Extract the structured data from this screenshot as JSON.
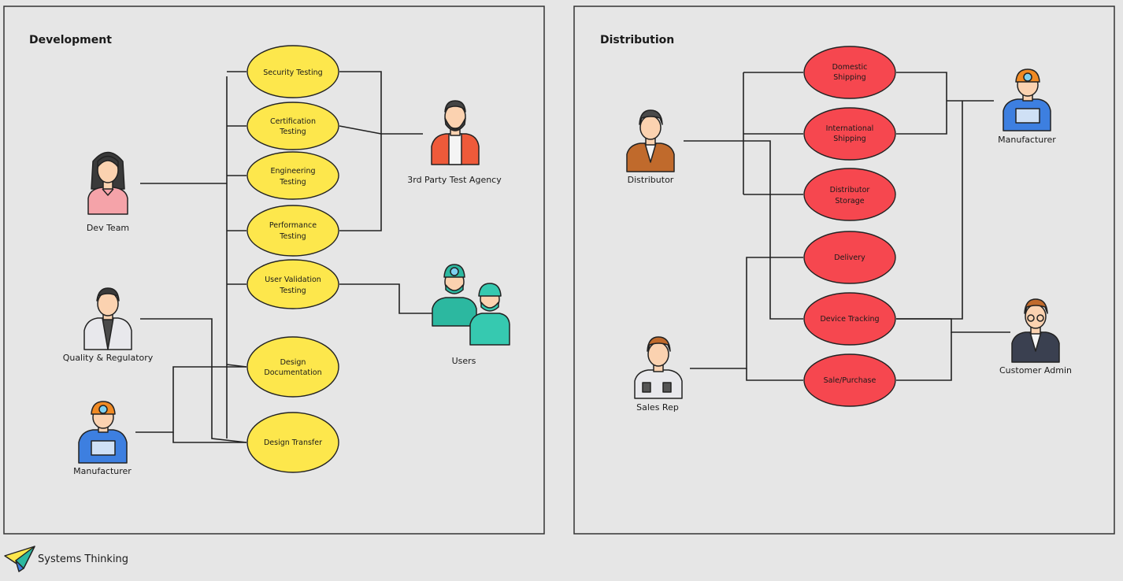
{
  "panels": {
    "development": {
      "title": "Development"
    },
    "distribution": {
      "title": "Distribution"
    }
  },
  "development": {
    "use_cases": [
      {
        "id": "security",
        "lines": [
          "Security Testing"
        ]
      },
      {
        "id": "certification",
        "lines": [
          "Certification",
          "Testing"
        ]
      },
      {
        "id": "engineering",
        "lines": [
          "Engineering",
          "Testing"
        ]
      },
      {
        "id": "performance",
        "lines": [
          "Performance",
          "Testing"
        ]
      },
      {
        "id": "uservalidation",
        "lines": [
          "User Validation",
          "Testing"
        ]
      },
      {
        "id": "designdoc",
        "lines": [
          "Design",
          "Documentation"
        ]
      },
      {
        "id": "designtransfer",
        "lines": [
          "Design Transfer"
        ]
      }
    ],
    "actors": {
      "devteam": "Dev Team",
      "quality": "Quality & Regulatory",
      "manufacturer": "Manufacturer",
      "thirdparty": "3rd Party Test Agency",
      "users": "Users"
    }
  },
  "distribution": {
    "use_cases": [
      {
        "id": "domestic",
        "lines": [
          "Domestic",
          "Shipping"
        ]
      },
      {
        "id": "international",
        "lines": [
          "International",
          "Shipping"
        ]
      },
      {
        "id": "storage",
        "lines": [
          "Distributor",
          "Storage"
        ]
      },
      {
        "id": "delivery",
        "lines": [
          "Delivery"
        ]
      },
      {
        "id": "tracking",
        "lines": [
          "Device Tracking"
        ]
      },
      {
        "id": "salepurchase",
        "lines": [
          "Sale/Purchase"
        ]
      }
    ],
    "actors": {
      "distributor": "Distributor",
      "manufacturer": "Manufacturer",
      "salesrep": "Sales Rep",
      "customeradmin": "Customer Admin"
    }
  },
  "colors": {
    "development_use_case": "#fde74c",
    "distribution_use_case": "#f6474f"
  },
  "brand": {
    "name": "Systems Thinking",
    "icon": "paper-plane-icon"
  }
}
